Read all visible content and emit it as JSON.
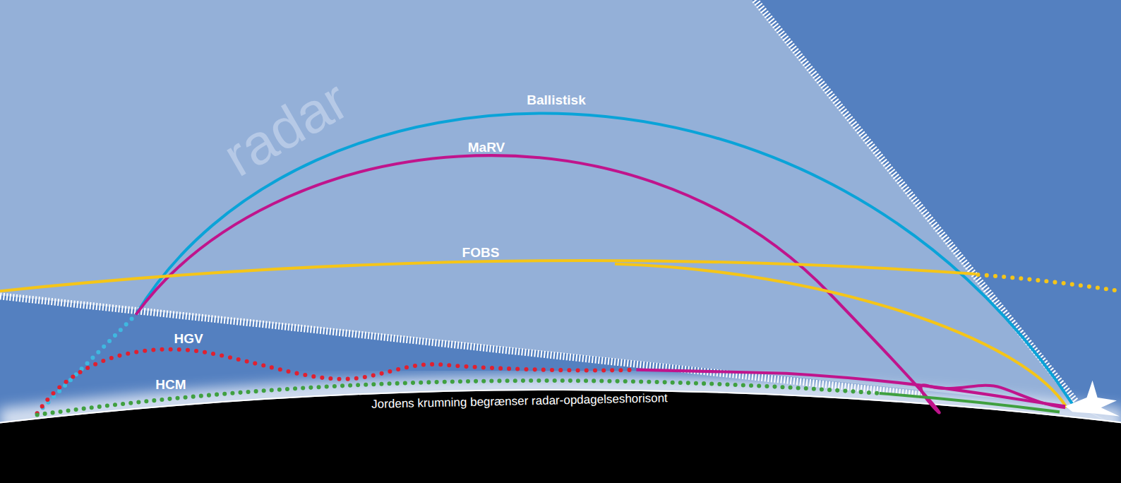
{
  "diagram": {
    "labels": [
      "radar",
      "Ballistisk",
      "MaRV",
      "FOBS",
      "HGV",
      "HCM",
      "Jordens krumning begrænser radar-opdagelseshorisont"
    ]
  }
}
